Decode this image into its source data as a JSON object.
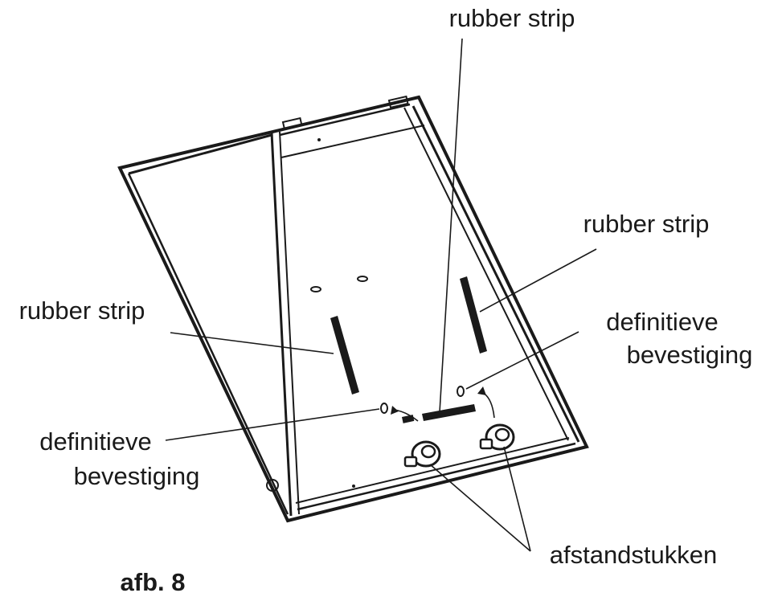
{
  "labels": {
    "rubber_strip_top": "rubber strip",
    "rubber_strip_right": "rubber strip",
    "rubber_strip_left": "rubber strip",
    "fixing_right_line1": "definitieve",
    "fixing_right_line2": "bevestiging",
    "fixing_left_line1": "definitieve",
    "fixing_left_line2": "bevestiging",
    "spacers": "afstandstukken"
  },
  "caption": "afb. 8"
}
